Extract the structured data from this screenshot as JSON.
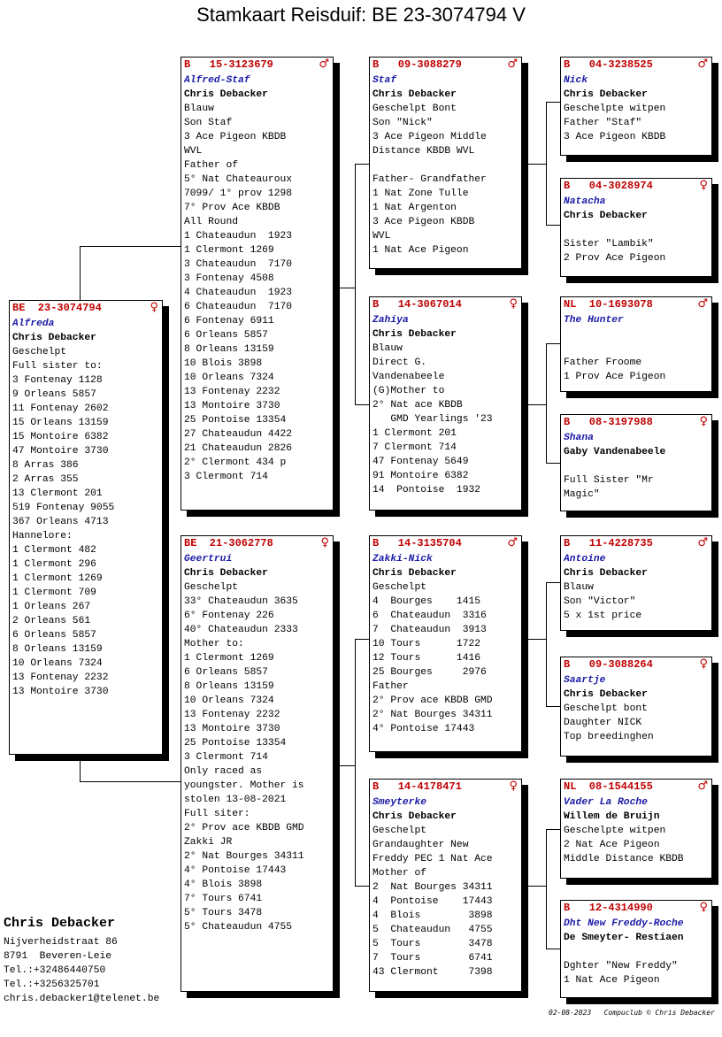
{
  "title": "Stamkaart Reisduif: BE  23-3074794 V",
  "cards": [
    {
      "id": "c0",
      "ring": "BE  23-3074794",
      "sex": "♀",
      "name": "Alfreda",
      "owner": "Chris Debacker",
      "lines": [
        "Geschelpt",
        "Full sister to:",
        "3 Fontenay 1128",
        "9 Orleans 5857",
        "11 Fontenay 2602",
        "15 Orleans 13159",
        "15 Montoire 6382",
        "47 Montoire 3730",
        "8 Arras 386",
        "2 Arras 355",
        "13 Clermont 201",
        "519 Fontenay 9055",
        "367 Orleans 4713",
        "Hannelore:",
        "1 Clermont 482",
        "1 Clermont 296",
        "1 Clermont 1269",
        "1 Clermont 709",
        "1 Orleans 267",
        "2 Orleans 561",
        "6 Orleans 5857",
        "8 Orleans 13159",
        "10 Orleans 7324",
        "13 Fontenay 2232",
        "13 Montoire 3730"
      ]
    },
    {
      "id": "c1",
      "ring": "B   15-3123679",
      "sex": "♂",
      "name": "Alfred-Staf",
      "owner": "Chris Debacker",
      "lines": [
        "Blauw",
        "Son Staf",
        "3 Ace Pigeon KBDB",
        "WVL",
        "Father of",
        "5° Nat Chateauroux",
        "7099/ 1° prov 1298",
        "7° Prov Ace KBDB",
        "All Round",
        "1 Chateaudun  1923",
        "1 Clermont 1269",
        "3 Chateaudun  7170",
        "3 Fontenay 4508",
        "4 Chateaudun  1923",
        "6 Chateaudun  7170",
        "6 Fontenay 6911",
        "6 Orleans 5857",
        "8 Orleans 13159",
        "10 Blois 3898",
        "10 Orleans 7324",
        "13 Fontenay 2232",
        "13 Montoire 3730",
        "25 Pontoise 13354",
        "27 Chateaudun 4422",
        "21 Chateaudun 2826",
        "2° Clermont 434 p",
        "3 Clermont 714"
      ]
    },
    {
      "id": "c2",
      "ring": "BE  21-3062778",
      "sex": "♀",
      "name": "Geertrui",
      "owner": "Chris Debacker",
      "lines": [
        "Geschelpt",
        "33° Chateaudun 3635",
        "6° Fontenay 226",
        "40° Chateaudun 2333",
        "Mother to:",
        "1 Clermont 1269",
        "6 Orleans 5857",
        "8 Orleans 13159",
        "10 Orleans 7324",
        "13 Fontenay 2232",
        "13 Montoire 3730",
        "25 Pontoise 13354",
        "3 Clermont 714",
        "Only raced as",
        "youngster. Mother is",
        "stolen 13-08-2021",
        "Full siter:",
        "2° Prov ace KBDB GMD",
        "Zakki JR",
        "2° Nat Bourges 34311",
        "4° Pontoise 17443",
        "4° Blois 3898",
        "7° Tours 6741",
        "5° Tours 3478",
        "5° Chateaudun 4755"
      ]
    },
    {
      "id": "c3",
      "ring": "B   09-3088279",
      "sex": "♂",
      "name": "Staf",
      "owner": "Chris Debacker",
      "lines": [
        "Geschelpt Bont",
        "Son \"Nick\"",
        "3 Ace Pigeon Middle",
        "Distance KBDB WVL",
        "",
        "Father- Grandfather",
        "1 Nat Zone Tulle",
        "1 Nat Argenton",
        "3 Ace Pigeon KBDB",
        "WVL",
        "1 Nat Ace Pigeon"
      ]
    },
    {
      "id": "c4",
      "ring": "B   14-3067014",
      "sex": "♀",
      "name": "Zahiya",
      "owner": "Chris Debacker",
      "lines": [
        "Blauw",
        "Direct G.",
        "Vandenabeele",
        "(G)Mother to",
        "2° Nat ace KBDB",
        "   GMD Yearlings '23",
        "1 Clermont 201",
        "7 Clermont 714",
        "47 Fontenay 5649",
        "91 Montoire 6382",
        "14  Pontoise  1932"
      ]
    },
    {
      "id": "c5",
      "ring": "B   14-3135704",
      "sex": "♂",
      "name": "Zakki-Nick",
      "owner": "Chris Debacker",
      "lines": [
        "Geschelpt",
        "4  Bourges    1415",
        "6  Chateaudun  3316",
        "7  Chateaudun  3913",
        "10 Tours      1722",
        "12 Tours      1416",
        "25 Bourges     2976",
        "Father",
        "2° Prov ace KBDB GMD",
        "2° Nat Bourges 34311",
        "4° Pontoise 17443"
      ]
    },
    {
      "id": "c6",
      "ring": "B   14-4178471",
      "sex": "♀",
      "name": "Smeyterke",
      "owner": "Chris Debacker",
      "lines": [
        "Geschelpt",
        "Grandaughter New",
        "Freddy PEC 1 Nat Ace",
        "Mother of",
        "2  Nat Bourges 34311",
        "4  Pontoise    17443",
        "4  Blois        3898",
        "5  Chateaudun   4755",
        "5  Tours        3478",
        "7  Tours        6741",
        "43 Clermont     7398"
      ]
    },
    {
      "id": "c7",
      "ring": "B   04-3238525",
      "sex": "♂",
      "name": "Nick",
      "owner": "Chris Debacker",
      "lines": [
        "Geschelpte witpen",
        "Father \"Staf\"",
        "3 Ace Pigeon KBDB"
      ]
    },
    {
      "id": "c8",
      "ring": "B   04-3028974",
      "sex": "♀",
      "name": "Natacha",
      "owner": "Chris Debacker",
      "lines": [
        "",
        "Sister \"Lambik\"",
        "2 Prov Ace Pigeon"
      ]
    },
    {
      "id": "c9",
      "ring": "NL  10-1693078",
      "sex": "♂",
      "name": "The Hunter",
      "owner": "",
      "lines": [
        "",
        "Father Froome",
        "1 Prov Ace Pigeon"
      ]
    },
    {
      "id": "c10",
      "ring": "B   08-3197988",
      "sex": "♀",
      "name": "Shana",
      "owner": "Gaby Vandenabeele",
      "lines": [
        "",
        "Full Sister \"Mr",
        "Magic\""
      ]
    },
    {
      "id": "c11",
      "ring": "B   11-4228735",
      "sex": "♂",
      "name": "Antoine",
      "owner": "Chris Debacker",
      "lines": [
        "Blauw",
        "Son \"Victor\"",
        "5 x 1st price"
      ]
    },
    {
      "id": "c12",
      "ring": "B   09-3088264",
      "sex": "♀",
      "name": "Saartje",
      "owner": "Chris Debacker",
      "lines": [
        "Geschelpt bont",
        "Daughter NICK",
        "Top breedinghen"
      ]
    },
    {
      "id": "c13",
      "ring": "NL  08-1544155",
      "sex": "♂",
      "name": "Vader La Roche",
      "owner": "Willem de Bruijn",
      "lines": [
        "Geschelpte witpen",
        "2 Nat Ace Pigeon",
        "Middle Distance KBDB"
      ]
    },
    {
      "id": "c14",
      "ring": "B   12-4314990",
      "sex": "♀",
      "name": "Dht New Freddy-Roche",
      "owner": "De Smeyter- Restiaen",
      "lines": [
        "",
        "Dghter \"New Freddy\"",
        "1 Nat Ace Pigeon"
      ]
    }
  ],
  "owner": {
    "name": "Chris Debacker",
    "lines": [
      "Nijverheidstraat 86",
      "8791  Beveren-Leie",
      "Tel.:+32486440750",
      "Tel.:+3256325701",
      "chris.debacker1@telenet.be"
    ]
  },
  "footer": "02-08-2023   Compuclub © Chris Debacker"
}
